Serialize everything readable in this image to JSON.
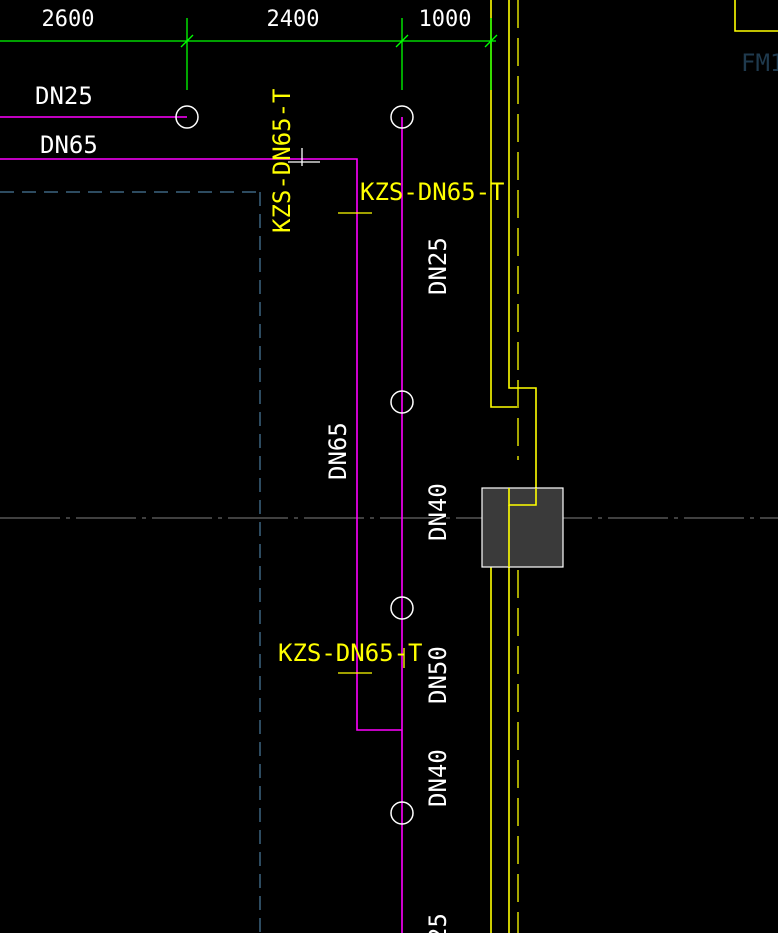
{
  "colors": {
    "background": "#000000",
    "dimension": "#00ff00",
    "pipe": "#ff00ff",
    "wall": "#ffff00",
    "node": "#ffffff",
    "label_white": "#ffffff",
    "label_yellow": "#ffff00",
    "axis": "#7f7f7f",
    "dashed": "#3c6480",
    "column_fill": "#3a3a3a",
    "faint_label": "#1f3a4e"
  },
  "dimensions": {
    "d1": "2600",
    "d2": "2400",
    "d3": "1000"
  },
  "labels": {
    "dn25_top": "DN25",
    "dn65_top": "DN65",
    "kzs_vertical": "KZS-DN65-T",
    "kzs_top": "KZS-DN65-T",
    "dn25_riser": "DN25",
    "dn65_riser": "DN65",
    "dn40_mid": "DN40",
    "kzs_bottom": "KZS-DN65-T",
    "dn50": "DN50",
    "dn40_low": "DN40",
    "cut_bottom": "25",
    "fm_partial": "FM1"
  }
}
